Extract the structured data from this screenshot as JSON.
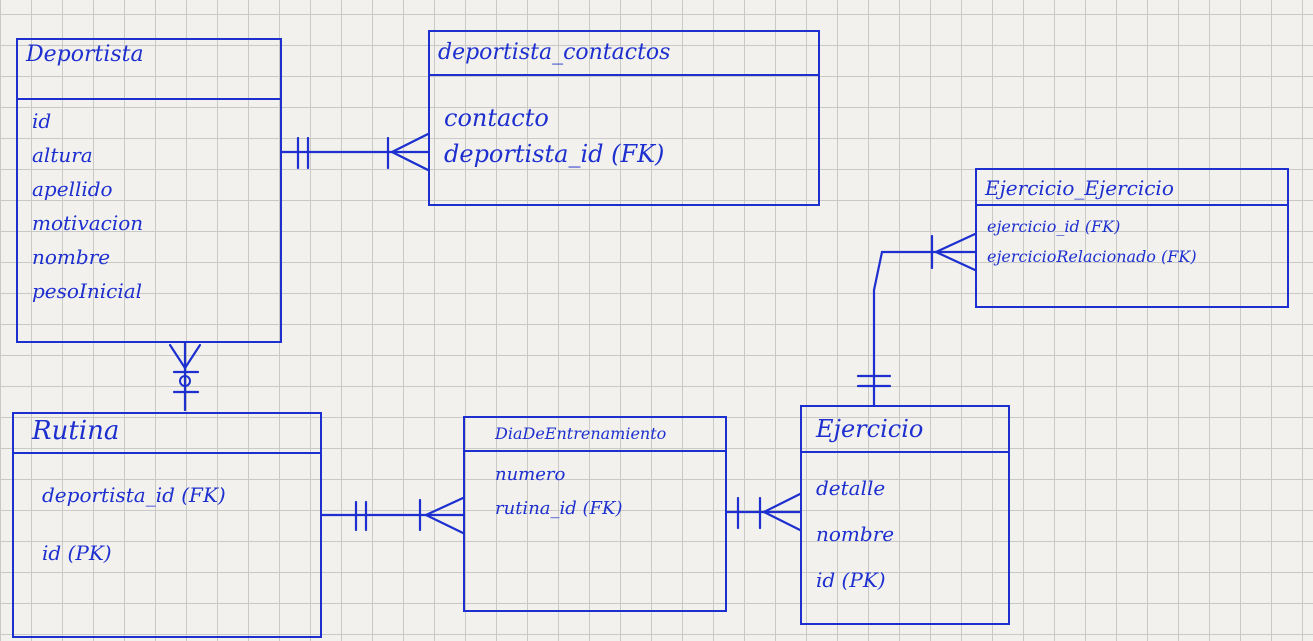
{
  "entities": {
    "deportista": {
      "title": "Deportista",
      "attributes": [
        "id",
        "altura",
        "apellido",
        "motivacion",
        "nombre",
        "pesoInicial"
      ]
    },
    "deportista_contactos": {
      "title": "deportista_contactos",
      "attributes": [
        "contacto",
        "deportista_id (FK)"
      ]
    },
    "ejercicio_ejercicio": {
      "title": "Ejercicio_Ejercicio",
      "attributes": [
        "ejercicio_id (FK)",
        "ejercicioRelacionado (FK)"
      ]
    },
    "rutina": {
      "title": "Rutina",
      "attributes": [
        "deportista_id (FK)",
        "id (PK)"
      ]
    },
    "dia_de_entrenamiento": {
      "title": "DiaDeEntrenamiento",
      "attributes": [
        "numero",
        "rutina_id (FK)"
      ]
    },
    "ejercicio": {
      "title": "Ejercicio",
      "attributes": [
        "detalle",
        "nombre",
        "id (PK)"
      ]
    }
  },
  "colors": {
    "ink": "#1d2fcf",
    "paper": "#f2f1ee",
    "grid": "#c9c9c6"
  }
}
